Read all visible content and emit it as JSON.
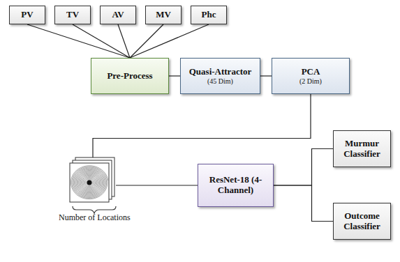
{
  "diagram": {
    "nodes": [
      {
        "text": [
          "PV"
        ]
      },
      {
        "text": [
          "TV"
        ]
      },
      {
        "text": [
          "AV"
        ]
      },
      {
        "text": [
          "MV"
        ]
      },
      {
        "text": [
          "Phc"
        ]
      },
      {
        "text": [
          "Pre-Process"
        ]
      },
      {
        "text": [
          "Quasi-Attractor",
          "(45 Dim)"
        ]
      },
      {
        "text": [
          "PCA",
          "(2 Dim)"
        ]
      },
      {
        "text": [
          "Number of Locations"
        ]
      },
      {
        "text": [
          "ResNet-18 (4-Channel)"
        ]
      },
      {
        "text": [
          "Murmur Classifier"
        ]
      },
      {
        "text": [
          "Outcome Classifier"
        ]
      }
    ],
    "edges": [
      {
        "from": 0,
        "to": 5,
        "arrow": "none"
      },
      {
        "from": 1,
        "to": 5,
        "arrow": "none"
      },
      {
        "from": 2,
        "to": 5,
        "arrow": "none"
      },
      {
        "from": 3,
        "to": 5,
        "arrow": "none"
      },
      {
        "from": 4,
        "to": 5,
        "arrow": "none"
      },
      {
        "from": 5,
        "to": 6,
        "arrow": "none"
      },
      {
        "from": 6,
        "to": 7,
        "arrow": "none"
      },
      {
        "from": 7,
        "to": 8,
        "arrow": "none"
      },
      {
        "from": 8,
        "to": 9,
        "arrow": "none"
      },
      {
        "from": 9,
        "to": 10,
        "arrow": "none"
      },
      {
        "from": 9,
        "to": 11,
        "arrow": "none"
      }
    ]
  }
}
